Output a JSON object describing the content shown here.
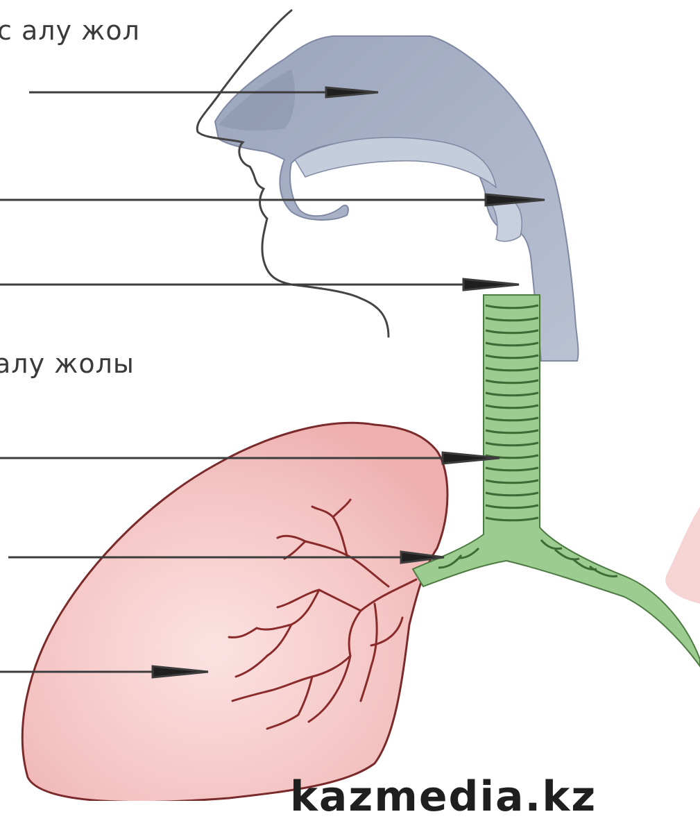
{
  "labels": {
    "upper_airway": "c алу жол",
    "lower_airway": "алу жолы"
  },
  "watermark": "kazmedia.kz",
  "colors": {
    "upper_airway_fill": "#aeb7cb",
    "upper_airway_dark": "#8f99b2",
    "trachea_fill": "#9ccc8f",
    "trachea_rings": "#3f6a36",
    "lung_fill": "#f4c7c6",
    "lung_outline": "#7a2a2a",
    "bronchi_stroke": "#8a2b2b",
    "arrow_line": "#3c3c3c",
    "profile_line": "#444444",
    "text": "#3a3a3a"
  },
  "icons": [
    "arrow-icon"
  ]
}
